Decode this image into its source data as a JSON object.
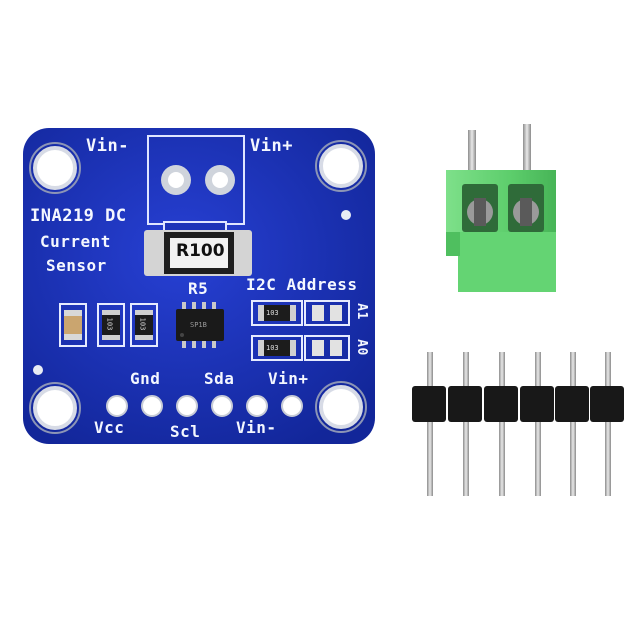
{
  "board": {
    "title_line1": "INA219 DC",
    "title_line2": "Current",
    "title_line3": "Sensor",
    "terminal_left": "Vin-",
    "terminal_right": "Vin+",
    "shunt_label": "R100",
    "shunt_ref": "R5",
    "address_title": "I2C Address",
    "addr_a1": "A1",
    "addr_a0": "A0",
    "res_code_1": "103",
    "res_code_2": "103",
    "res_code_3": "103",
    "res_code_4": "103",
    "chip_marking": "SP1B",
    "pins_top": [
      "Gnd",
      "Sda",
      "Vin+"
    ],
    "pins_bottom": [
      "Vcc",
      "Scl",
      "Vin-"
    ]
  },
  "colors": {
    "pcb": "#1c33b8",
    "terminal_green": "#5fcf6e",
    "header_black": "#151515",
    "pin_silver": "#bdbdbd"
  }
}
